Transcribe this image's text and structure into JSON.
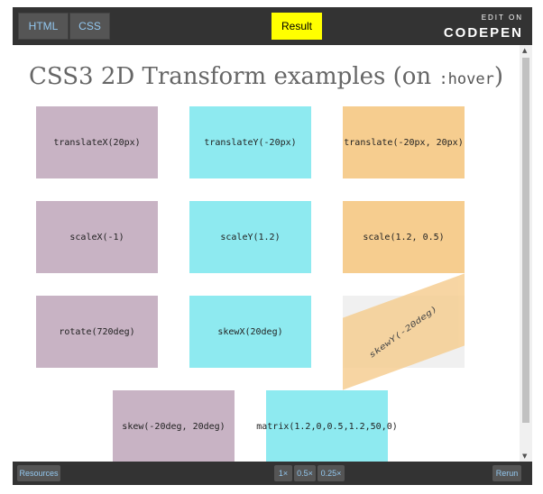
{
  "toolbar": {
    "tabs": [
      "HTML",
      "CSS"
    ],
    "result_label": "Result",
    "edit_on": "EDIT ON",
    "brand": "CODEPEN"
  },
  "page": {
    "title_text": "CSS3 2D Transform examples (on ",
    "title_code": ":hover",
    "title_end": ")"
  },
  "boxes": [
    "translateX(20px)",
    "translateY(-20px)",
    "translate(-20px, 20px)",
    "scaleX(-1)",
    "scaleY(1.2)",
    "scale(1.2, 0.5)",
    "rotate(720deg)",
    "skewX(20deg)",
    "skewY(-20deg)",
    "skew(-20deg, 20deg)",
    "matrix(1.2,0,0.5,1.2,50,0)"
  ],
  "bottom": {
    "resources": "Resources",
    "zoom_1": "1×",
    "zoom_05": "0.5×",
    "zoom_025": "0.25×",
    "rerun": "Rerun"
  },
  "colors": {
    "mauve": "#c8b3c4",
    "cyan": "#8eeaf0",
    "orange": "#f6cd8f",
    "result_tab": "#ffff00",
    "bar": "#333333"
  }
}
